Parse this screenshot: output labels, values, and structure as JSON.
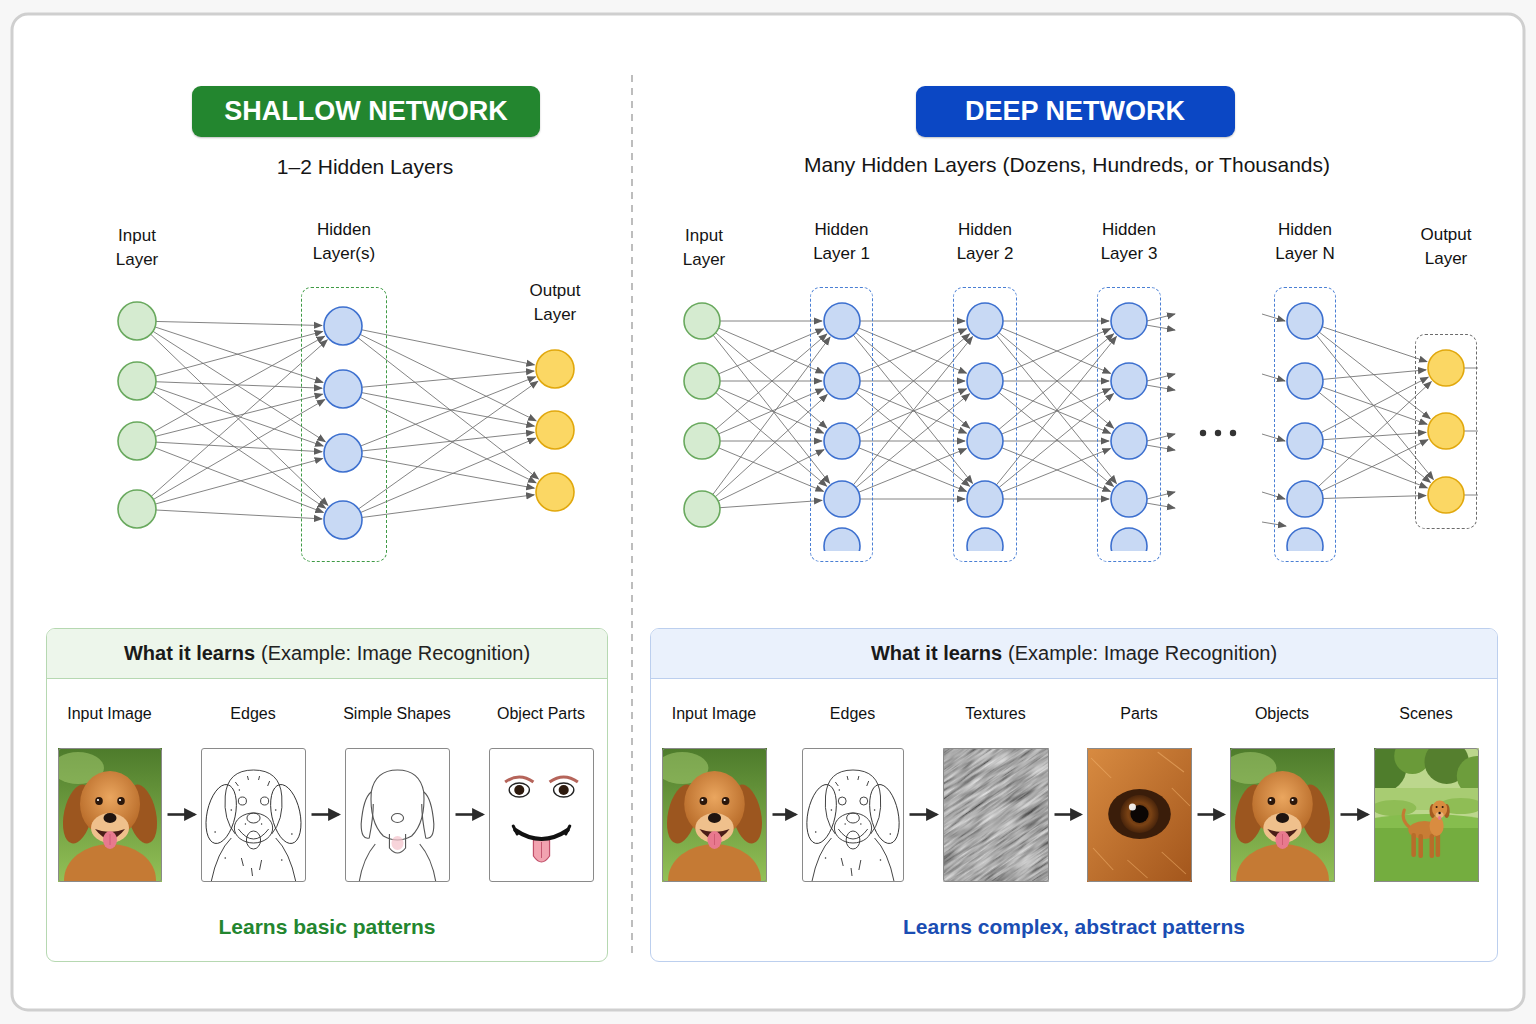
{
  "diagram": {
    "nodes": [
      {
        "text": [
          "SHALLOW NETWORK"
        ]
      },
      {
        "text": [
          "DEEP NETWORK"
        ]
      },
      {
        "text": [
          "Hidden Layer(s)"
        ]
      },
      {
        "text": [
          "Hidden Layer 1"
        ]
      },
      {
        "text": [
          "Hidden Layer 2"
        ]
      },
      {
        "text": [
          "Hidden Layer 3"
        ]
      },
      {
        "text": [
          "Hidden Layer N"
        ]
      },
      {
        "text": [
          "Output Layer"
        ]
      },
      {
        "text": [
          "What it learns",
          "(Example: Image Recognition)",
          "Learns basic patterns"
        ]
      },
      {
        "text": [
          "Input Image"
        ],
        "in": 8
      },
      {
        "text": [
          "Edges"
        ],
        "in": 8
      },
      {
        "text": [
          "Simple Shapes"
        ],
        "in": 8
      },
      {
        "text": [
          "Object Parts"
        ],
        "in": 8
      },
      {
        "text": [
          "What it learns",
          "(Example: Image Recognition)",
          "Learns complex, abstract patterns"
        ]
      },
      {
        "text": [
          "Input Image"
        ],
        "in": 13
      },
      {
        "text": [
          "Edges"
        ],
        "in": 13
      },
      {
        "text": [
          "Textures"
        ],
        "in": 13
      },
      {
        "text": [
          "Parts"
        ],
        "in": 13
      },
      {
        "text": [
          "Objects"
        ],
        "in": 13
      },
      {
        "text": [
          "Scenes"
        ],
        "in": 13
      }
    ],
    "edges": [
      {
        "from": 9,
        "to": 10,
        "arrow": "to"
      },
      {
        "from": 10,
        "to": 11,
        "arrow": "to"
      },
      {
        "from": 11,
        "to": 12,
        "arrow": "to"
      },
      {
        "from": 14,
        "to": 15,
        "arrow": "to"
      },
      {
        "from": 15,
        "to": 16,
        "arrow": "to"
      },
      {
        "from": 16,
        "to": 17,
        "arrow": "to"
      },
      {
        "from": 17,
        "to": 18,
        "arrow": "to"
      },
      {
        "from": 18,
        "to": 19,
        "arrow": "to"
      }
    ],
    "labels": [
      "1–2 Hidden Layers",
      "Input Layer",
      "Output Layer",
      "Many Hidden Layers (Dozens, Hundreds, or Thousands)",
      "Input Layer"
    ]
  }
}
